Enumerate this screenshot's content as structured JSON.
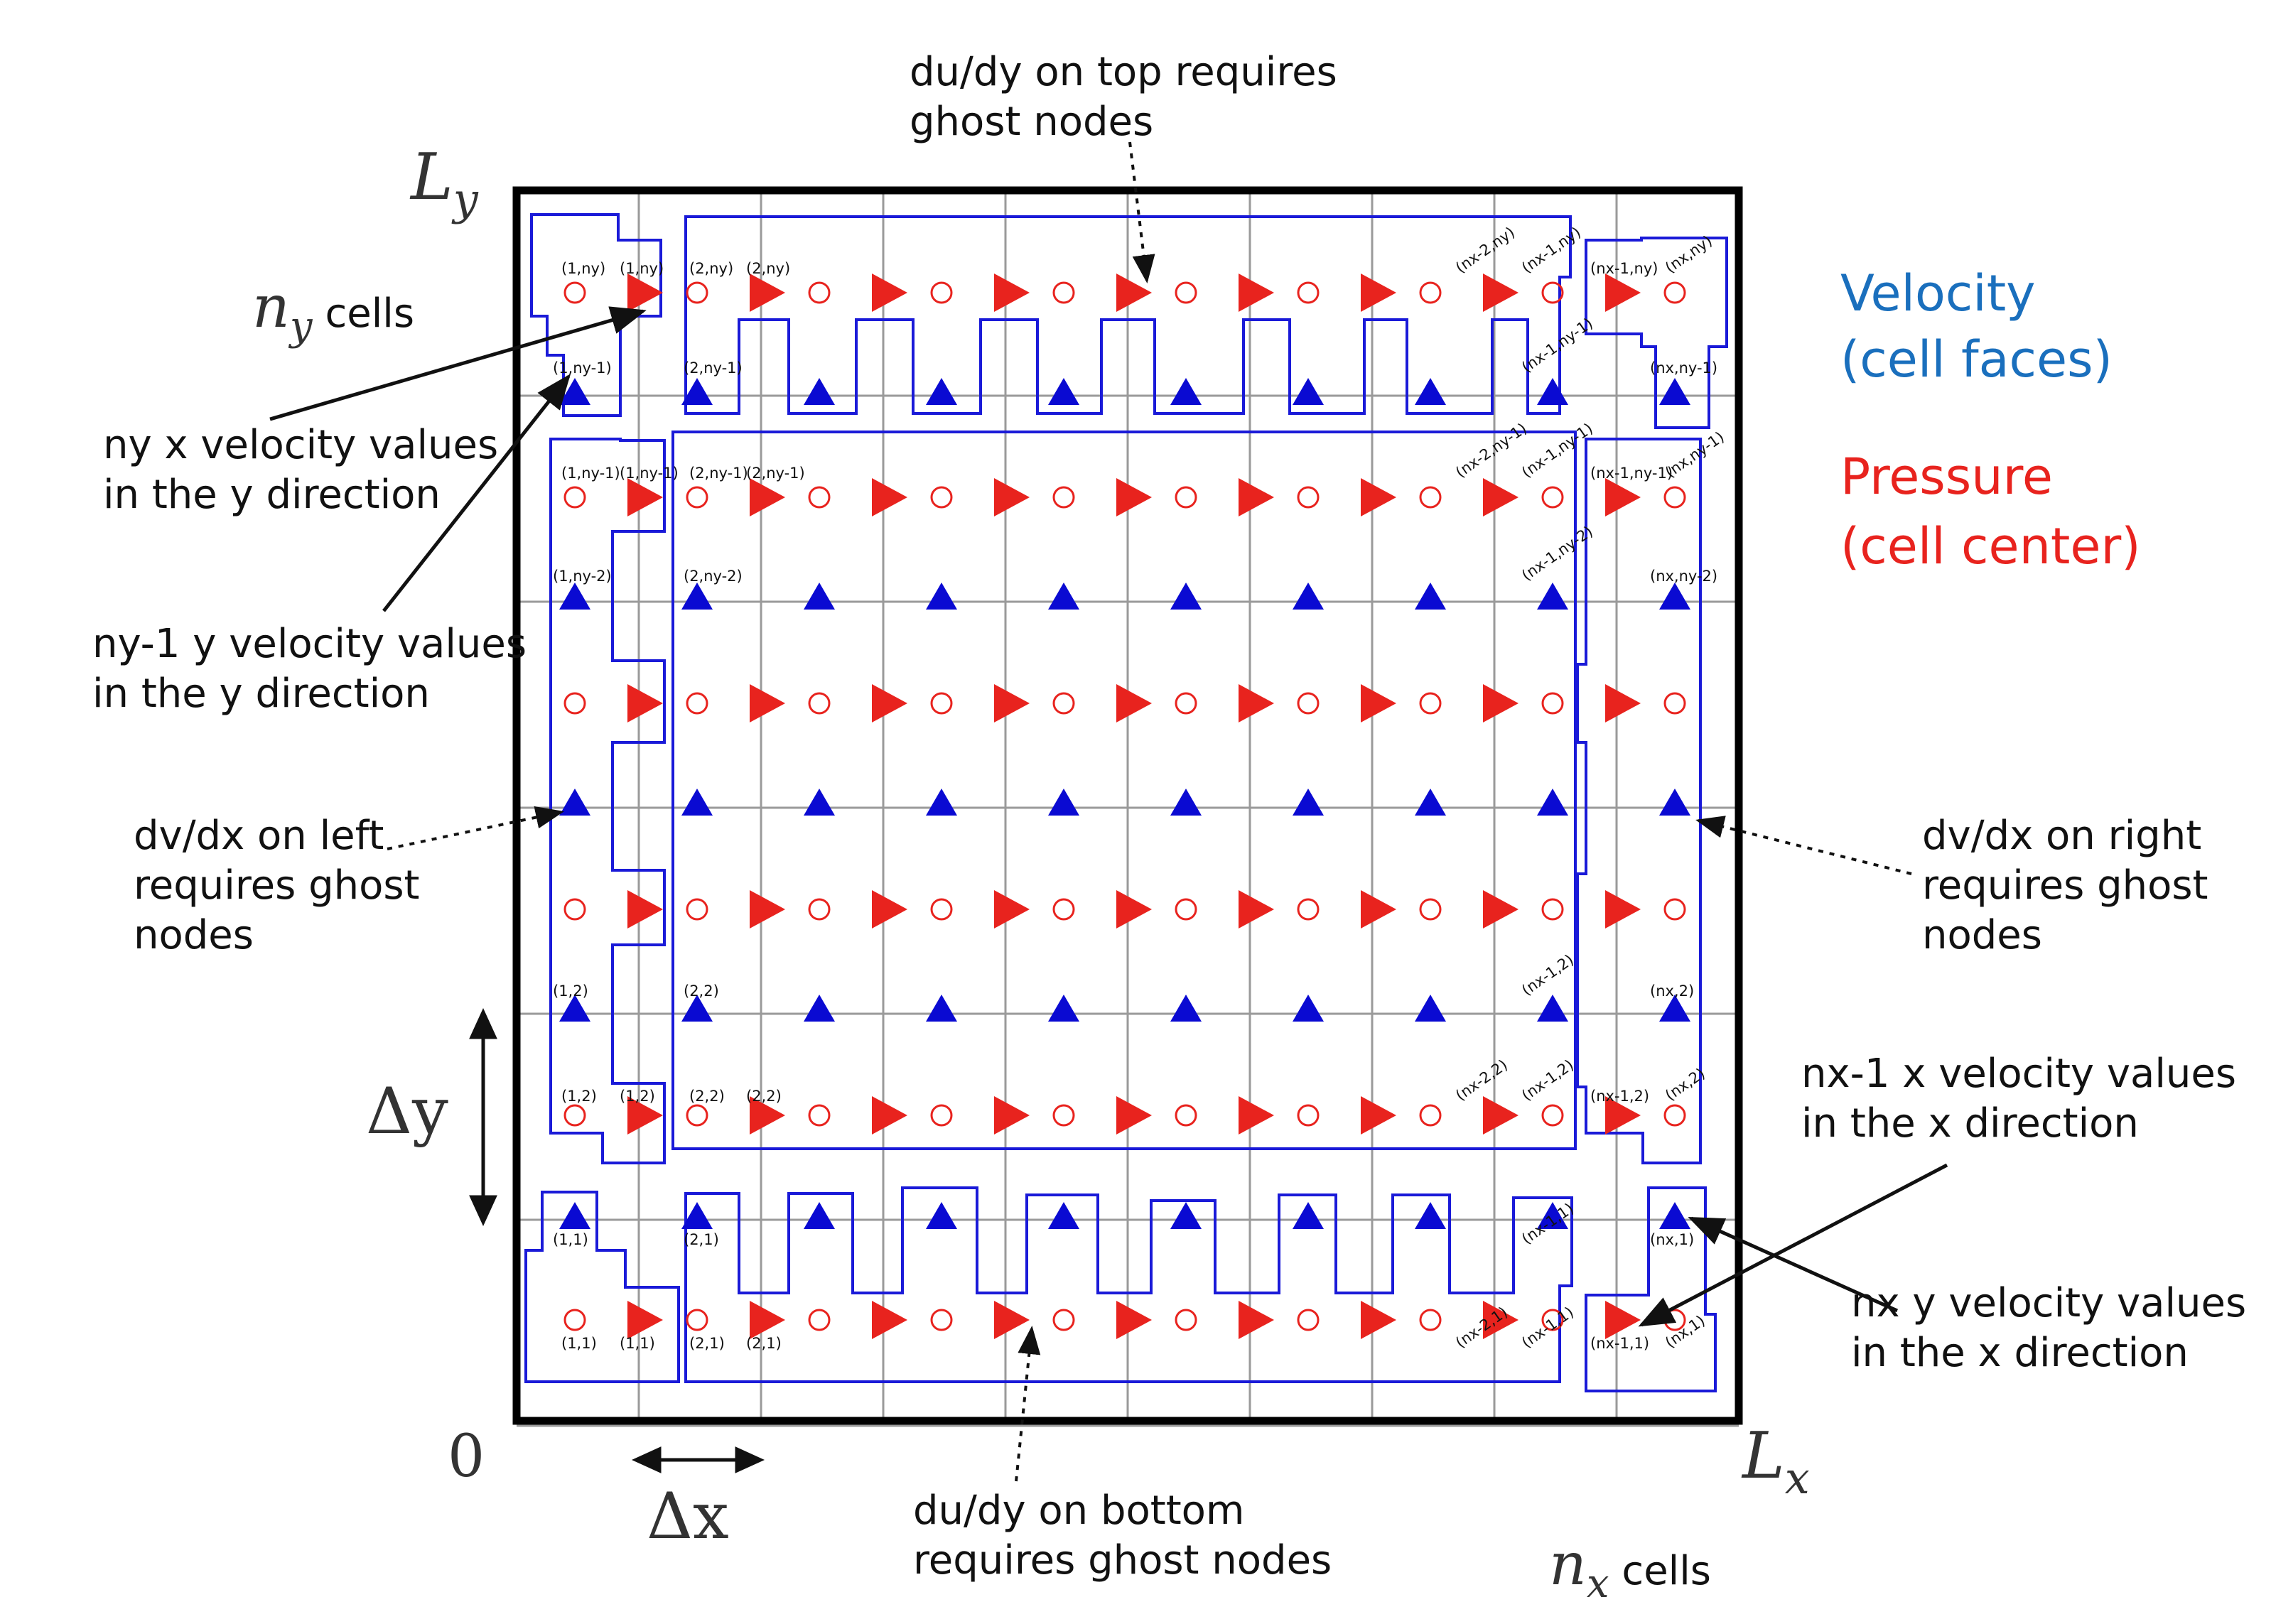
{
  "legend": {
    "velocity_line1": "Velocity",
    "velocity_line2": "(cell faces)",
    "pressure_line1": "Pressure",
    "pressure_line2": "(cell center)",
    "velocity_color": "#1a6fbd",
    "pressure_color": "#e8231e"
  },
  "axes": {
    "Ly": "L",
    "Ly_sub": "y",
    "Lx": "L",
    "Lx_sub": "x",
    "origin": "0",
    "dx": "Δx",
    "dy": "Δy",
    "ny_symbol": "n",
    "ny_sub": "y",
    "ny_word": "cells",
    "nx_symbol": "n",
    "nx_sub": "x",
    "nx_word": "cells"
  },
  "annotations": {
    "top_line1": "du/dy on top requires",
    "top_line2": "ghost nodes",
    "bottom_line1": "du/dy on bottom",
    "bottom_line2": "requires ghost nodes",
    "left_line1": "dv/dx on left",
    "left_line2": "requires ghost",
    "left_line3": "nodes",
    "right_line1": "dv/dx on right",
    "right_line2": "requires ghost",
    "right_line3": "nodes",
    "nyx_line1": "ny x velocity values",
    "nyx_line2": "in the y direction",
    "nyy_line1": "ny-1 y velocity values",
    "nyy_line2": "in the y direction",
    "nxx_line1": "nx-1 x velocity values",
    "nxx_line2": "in the x direction",
    "nxy_line1": "nx y velocity values",
    "nxy_line2": "in the x direction"
  },
  "node_labels": {
    "top_row": [
      "(1,ny)",
      "(1,ny)",
      "(2,ny)",
      "(2,ny)",
      "(nx-2,ny)",
      "(nx-1,ny)",
      "(nx-1,ny)",
      "(nx,ny)"
    ],
    "top_v_row": [
      "(1,ny-1)",
      "(2,ny-1)",
      "(nx-1,ny-1)",
      "(nx,ny-1)"
    ],
    "second_row": [
      "(1,ny-1)",
      "(1,ny-1)",
      "(2,ny-1)",
      "(2,ny-1)",
      "(nx-2,ny-1)",
      "(nx-1,ny-1)",
      "(nx-1,ny-1)",
      "(nx,ny-1)"
    ],
    "second_v_row": [
      "(1,ny-2)",
      "(2,ny-2)",
      "(nx-1,ny-2)",
      "(nx,ny-2)"
    ],
    "v2_row": [
      "(1,2)",
      "(2,2)",
      "(nx-1,2)",
      "(nx,2)"
    ],
    "p2_row": [
      "(1,2)",
      "(1,2)",
      "(2,2)",
      "(2,2)",
      "(nx-2,2)",
      "(nx-1,2)",
      "(nx-1,2)",
      "(nx,2)"
    ],
    "v1_row": [
      "(1,1)",
      "(2,1)",
      "(nx-1,1)",
      "(nx,1)"
    ],
    "p1_row": [
      "(1,1)",
      "(1,1)",
      "(2,1)",
      "(2,1)",
      "(nx-2,1)",
      "(nx-1,1)",
      "(nx-1,1)",
      "(nx,1)"
    ]
  }
}
